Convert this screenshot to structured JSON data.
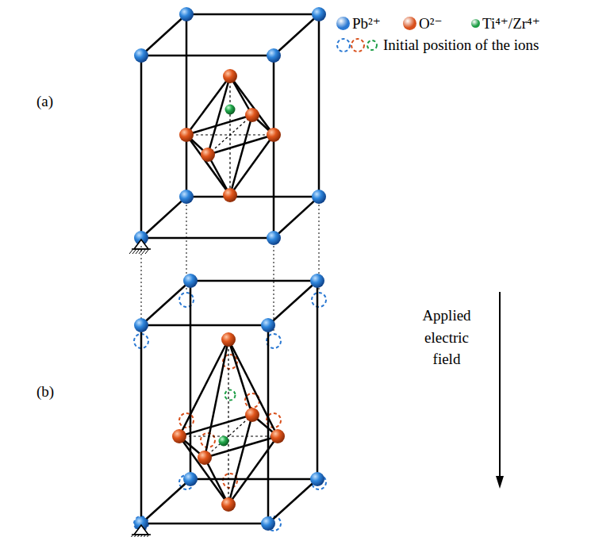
{
  "diagram": {
    "labels": [
      "(a)",
      "(b)",
      "Applied electric field"
    ],
    "legend": [
      {
        "text": "Pb²⁺",
        "color": "#2a78d2"
      },
      {
        "text": "O²⁻",
        "color": "#d8501c"
      },
      {
        "text": "Ti⁴⁺/Zr⁴⁺",
        "color": "#1e9e46"
      },
      {
        "text": "Initial position of the ions"
      }
    ]
  }
}
